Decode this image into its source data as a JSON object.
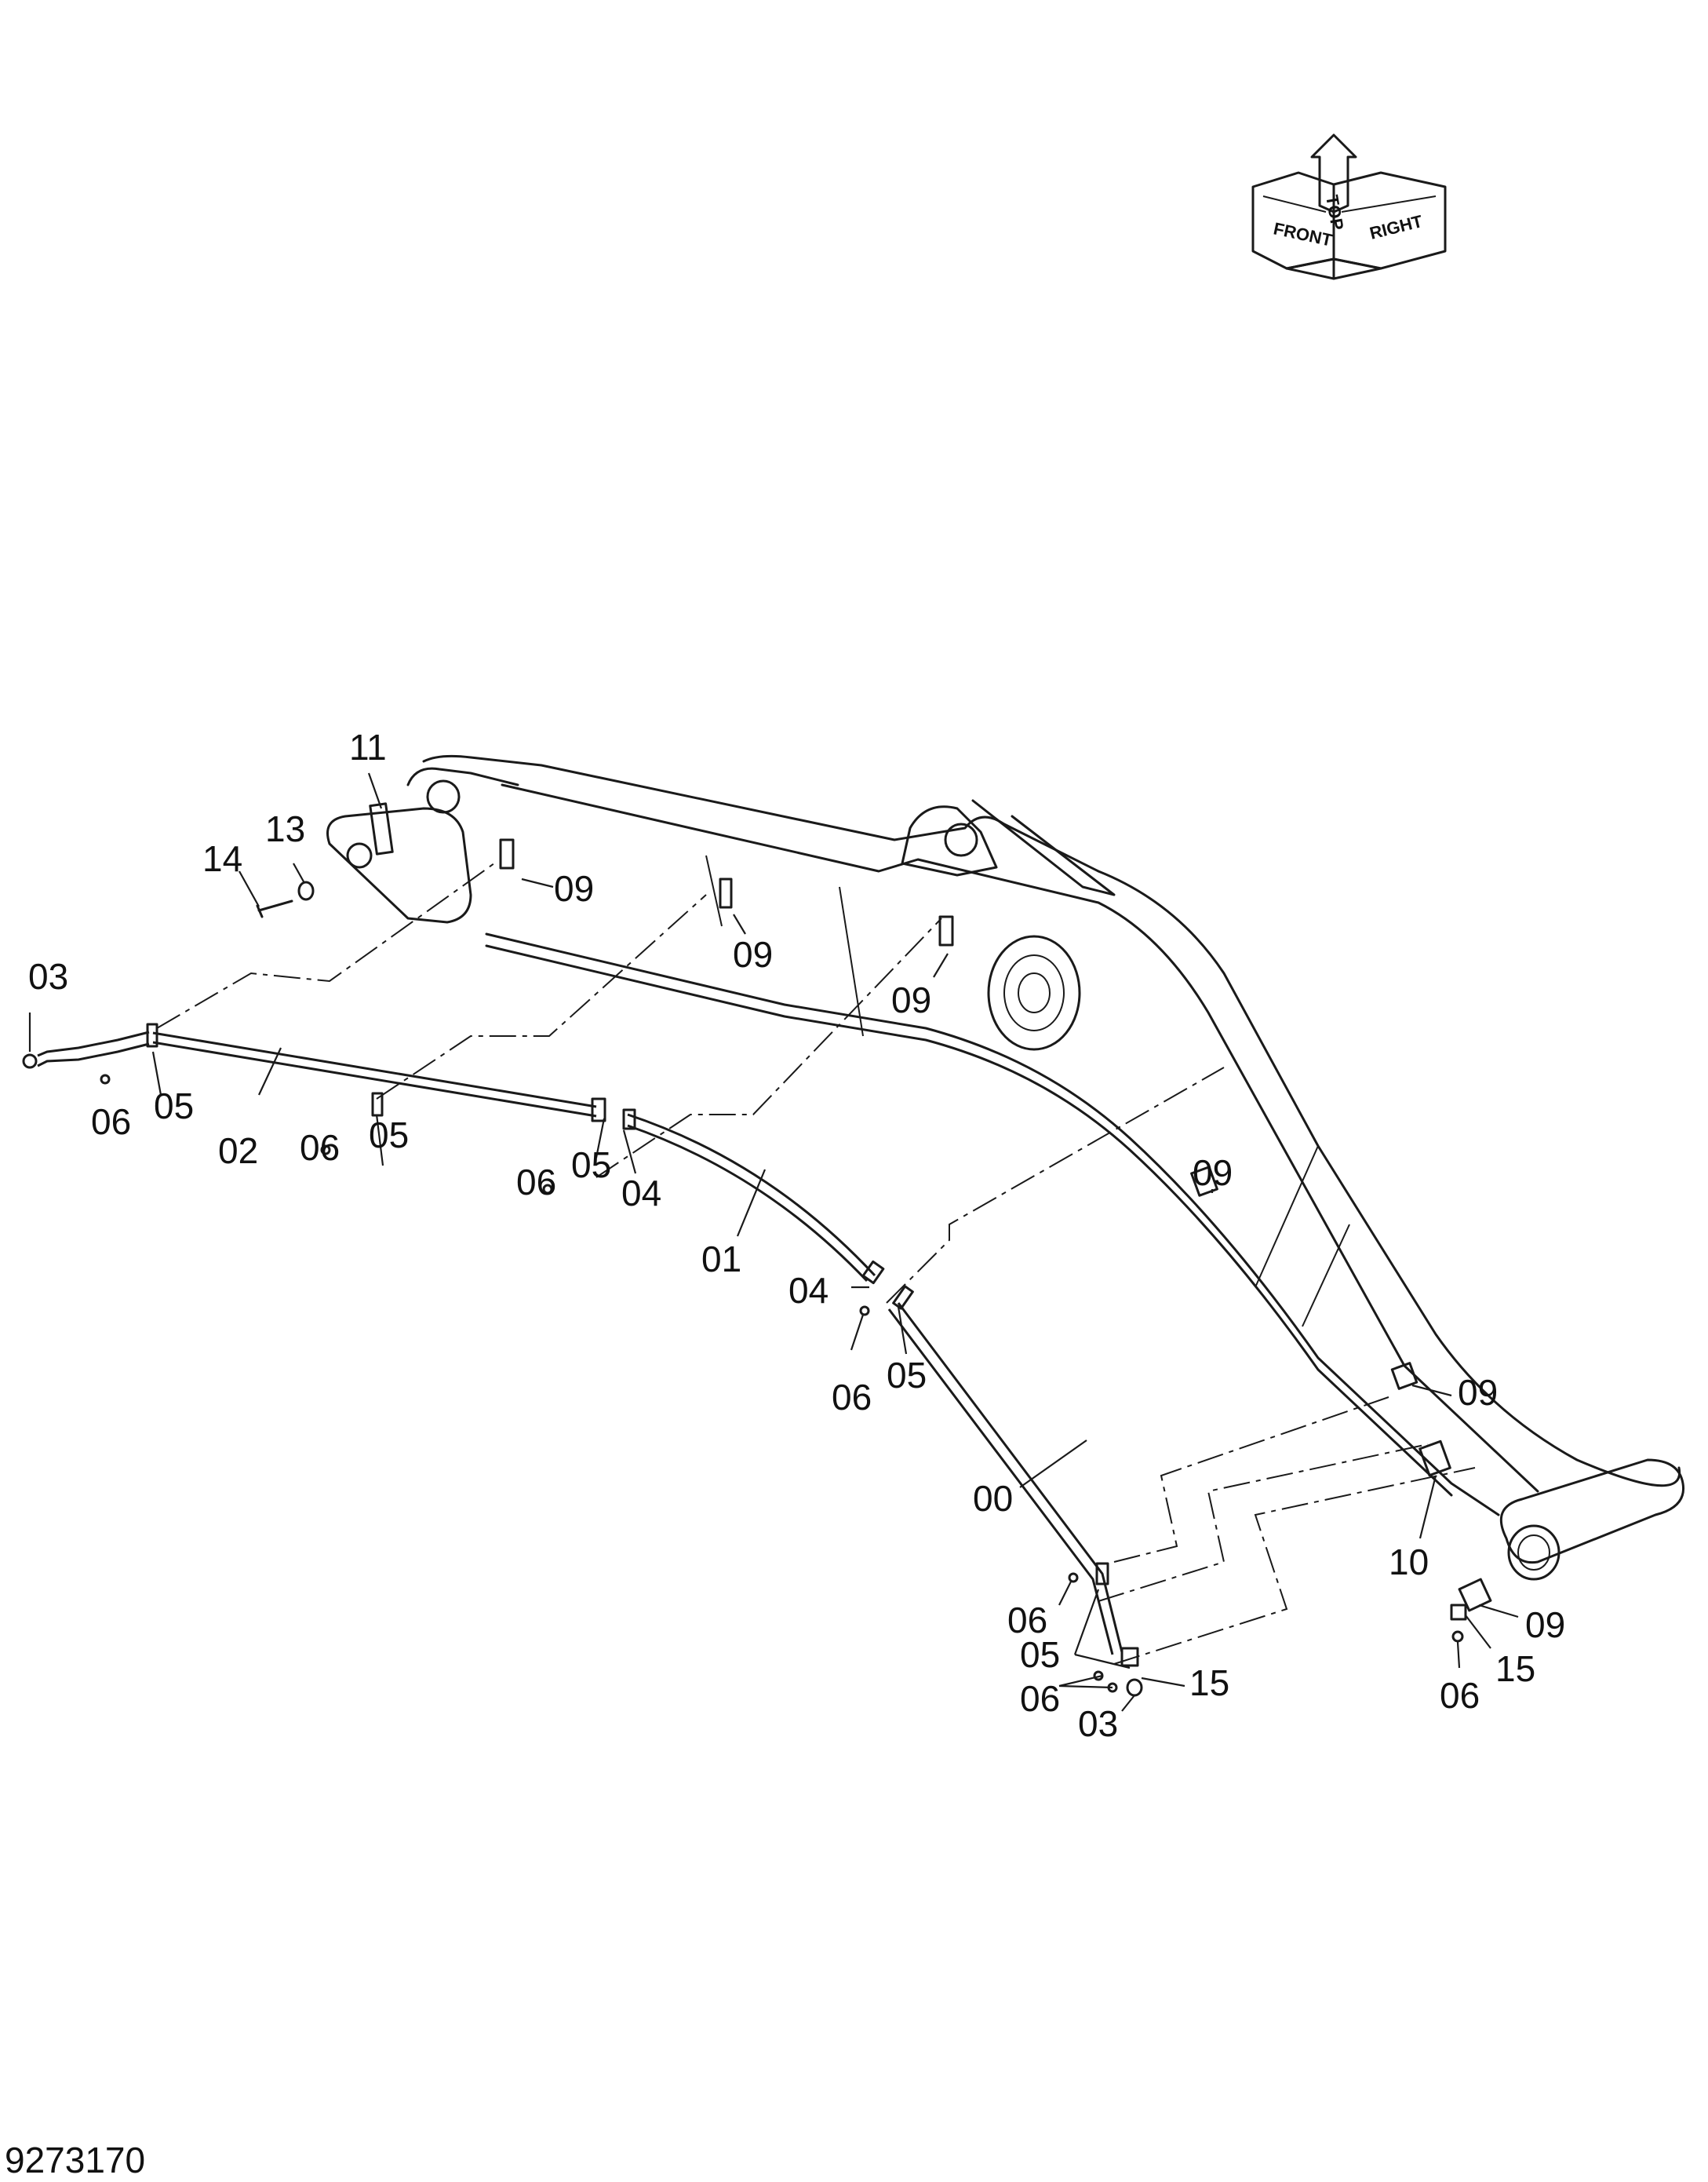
{
  "compass": {
    "front": "FRONT",
    "top": "TOP",
    "right": "RIGHT"
  },
  "callouts": {
    "c11": "11",
    "c13": "13",
    "c14": "14",
    "c03_top": "03",
    "c06_a": "06",
    "c05_a": "05",
    "c02": "02",
    "c06_b": "06",
    "c05_b": "05",
    "c09_a": "09",
    "c09_b": "09",
    "c09_c": "09",
    "c06_c": "06",
    "c05_c": "05",
    "c04_a": "04",
    "c01": "01",
    "c09_d": "09",
    "c04_b": "04",
    "c06_d": "06",
    "c05_d": "05",
    "c09_e": "09",
    "c00": "00",
    "c10": "10",
    "c06_e": "06",
    "c05_e": "05",
    "c09_f": "09",
    "c06_f": "06",
    "c15_a": "15",
    "c03_bottom": "03",
    "c15_b": "15",
    "c06_g": "06"
  },
  "drawing_number": "9273170"
}
